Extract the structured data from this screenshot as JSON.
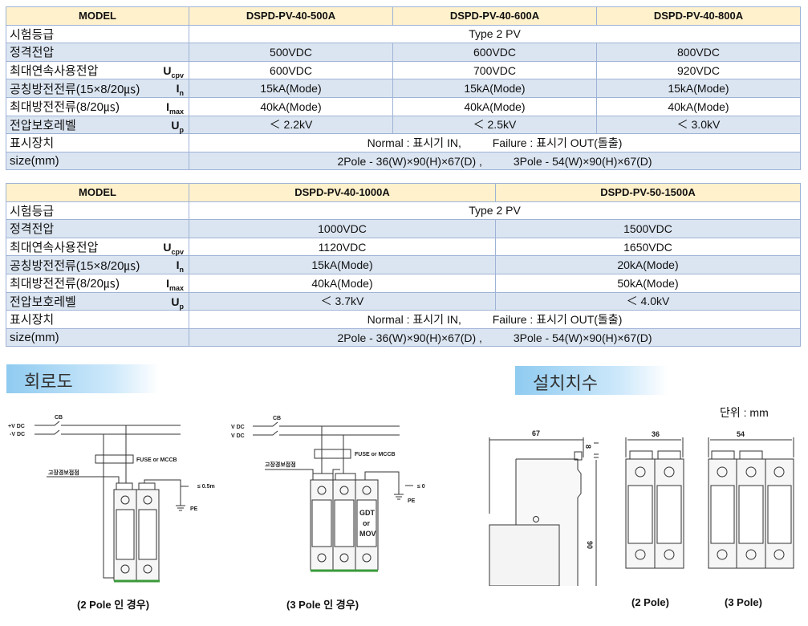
{
  "table1": {
    "model_label": "MODEL",
    "models": [
      "DSPD-PV-40-500A",
      "DSPD-PV-40-600A",
      "DSPD-PV-40-800A"
    ],
    "rows": {
      "class": {
        "label": "시험등급",
        "value": "Type 2 PV"
      },
      "rated": {
        "label": "정격전압",
        "values": [
          "500VDC",
          "600VDC",
          "800VDC"
        ]
      },
      "ucpv": {
        "label": "최대연속사용전압",
        "sym": "U",
        "sub": "cpv",
        "values": [
          "600VDC",
          "700VDC",
          "920VDC"
        ]
      },
      "in": {
        "label": "공칭방전전류(15×8/20㎲)",
        "sym": "I",
        "sub": "n",
        "values": [
          "15kA(Mode)",
          "15kA(Mode)",
          "15kA(Mode)"
        ]
      },
      "imax": {
        "label": "최대방전전류(8/20㎲)",
        "sym": "I",
        "sub": "max",
        "values": [
          "40kA(Mode)",
          "40kA(Mode)",
          "40kA(Mode)"
        ]
      },
      "up": {
        "label": "전압보호레벨",
        "sym": "U",
        "sub": "p",
        "values": [
          "＜ 2.2kV",
          "＜ 2.5kV",
          "＜ 3.0kV"
        ]
      },
      "ind": {
        "label": "표시장치",
        "value": "Normal : 표시기 IN,          Failure : 표시기 OUT(돌출)"
      },
      "size": {
        "label": "size(mm)",
        "value": "2Pole - 36(W)×90(H)×67(D) ,          3Pole - 54(W)×90(H)×67(D)"
      }
    }
  },
  "table2": {
    "model_label": "MODEL",
    "models": [
      "DSPD-PV-40-1000A",
      "DSPD-PV-50-1500A"
    ],
    "rows": {
      "class": {
        "label": "시험등급",
        "value": "Type 2 PV"
      },
      "rated": {
        "label": "정격전압",
        "values": [
          "1000VDC",
          "1500VDC"
        ]
      },
      "ucpv": {
        "label": "최대연속사용전압",
        "sym": "U",
        "sub": "cpv",
        "values": [
          "1120VDC",
          "1650VDC"
        ]
      },
      "in": {
        "label": "공칭방전전류(15×8/20㎲)",
        "sym": "I",
        "sub": "n",
        "values": [
          "15kA(Mode)",
          "20kA(Mode)"
        ]
      },
      "imax": {
        "label": "최대방전전류(8/20㎲)",
        "sym": "I",
        "sub": "max",
        "values": [
          "40kA(Mode)",
          "50kA(Mode)"
        ]
      },
      "up": {
        "label": "전압보호레벨",
        "sym": "U",
        "sub": "p",
        "values": [
          "＜ 3.7kV",
          "＜ 4.0kV"
        ]
      },
      "ind": {
        "label": "표시장치",
        "value": "Normal : 표시기 IN,          Failure : 표시기 OUT(돌출)"
      },
      "size": {
        "label": "size(mm)",
        "value": "2Pole - 36(W)×90(H)×67(D) ,          3Pole - 54(W)×90(H)×67(D)"
      }
    }
  },
  "circuit": {
    "title": "회로도",
    "cb": "CB",
    "vpos": "+V DC",
    "vneg": "-V DC",
    "vdc": "V DC",
    "fuse": "FUSE or MCCB",
    "alarm": "고장경보접점",
    "dist": "≤ 0.5m",
    "pe": "PE",
    "gdt": [
      "GDT",
      "or",
      "MOV"
    ],
    "cap2": "(2 Pole 인 경우)",
    "cap3": "(3 Pole 인 경우)"
  },
  "dims": {
    "title": "설치치수",
    "unit": "단위 : mm",
    "d67": "67",
    "d8": "8",
    "d90": "90",
    "d36": "36",
    "d54": "54",
    "cap2": "(2 Pole)",
    "cap3": "(3 Pole)"
  }
}
